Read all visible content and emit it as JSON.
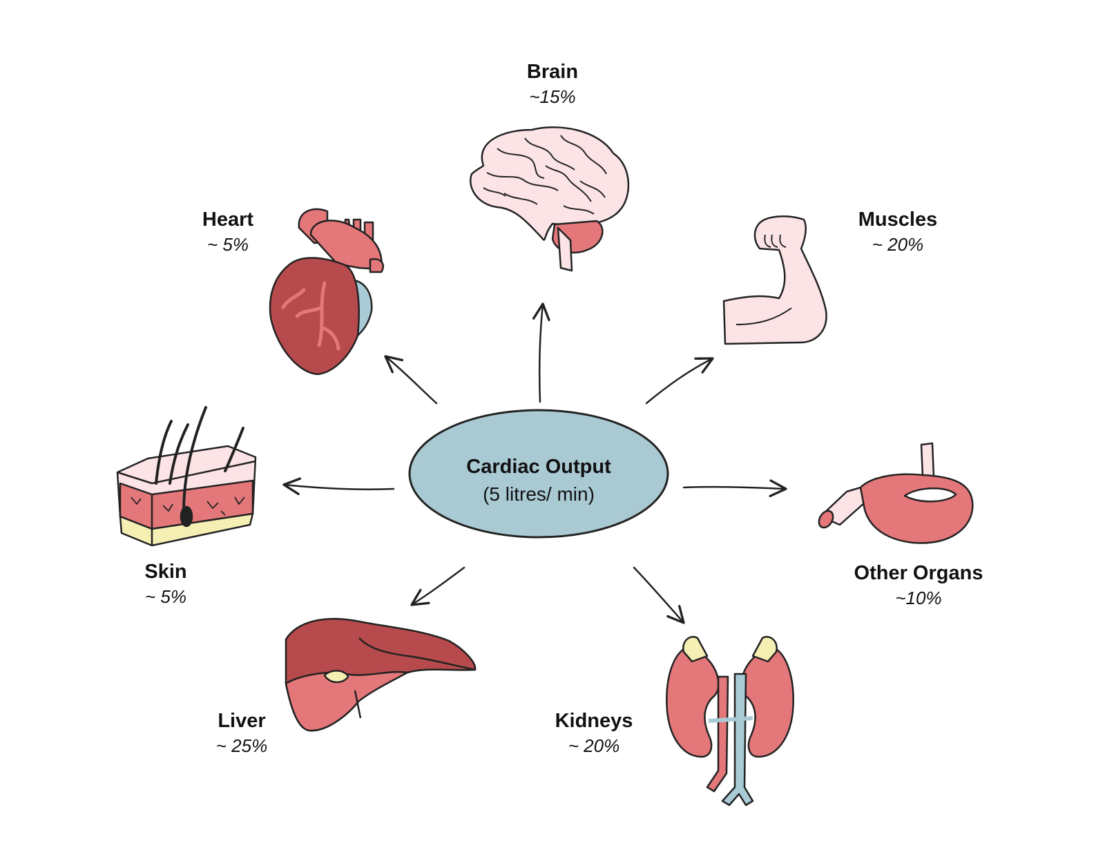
{
  "center": {
    "title": "Cardiac Output",
    "subtitle": "(5 litres/ min)"
  },
  "organs": {
    "brain": {
      "name": "Brain",
      "share": "~15%"
    },
    "heart": {
      "name": "Heart",
      "share": "~ 5%"
    },
    "muscles": {
      "name": "Muscles",
      "share": "~ 20%"
    },
    "skin": {
      "name": "Skin",
      "share": "~ 5%"
    },
    "other": {
      "name": "Other Organs",
      "share": "~10%"
    },
    "liver": {
      "name": "Liver",
      "share": "~ 25%"
    },
    "kidneys": {
      "name": "Kidneys",
      "share": "~ 20%"
    }
  },
  "colors": {
    "ellipse_fill": "#a9c9d3",
    "organ_red": "#e47779",
    "organ_dark": "#b64a4c",
    "pale_pink": "#fbe3e6",
    "vein_blue": "#a9cbd5",
    "fat_yellow": "#f6efb4",
    "line": "#222222"
  }
}
